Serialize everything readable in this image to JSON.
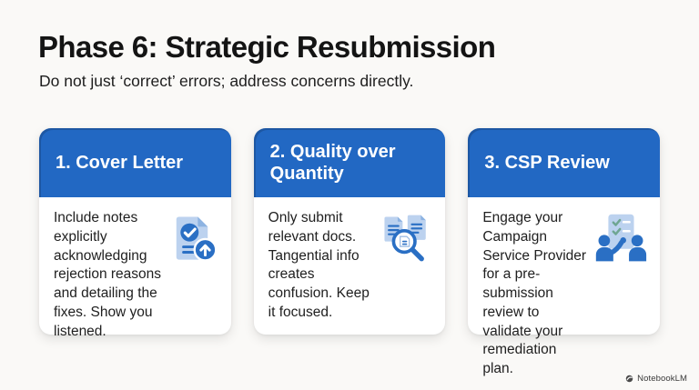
{
  "slide": {
    "title": "Phase 6: Strategic Resubmission",
    "subtitle": "Do not just ‘correct’ errors; address concerns directly.",
    "cards": [
      {
        "header": "1. Cover Letter",
        "body": "Include notes explicitly acknowledging rejection reasons and detailing the fixes. Show you listened.",
        "icon": "document-check-upload-icon"
      },
      {
        "header": "2. Quality over Quantity",
        "body": "Only submit relevant docs. Tangential info creates confusion. Keep it focused.",
        "icon": "documents-magnifier-icon"
      },
      {
        "header": "3. CSP Review",
        "body": "Engage your Campaign Service Provider for a pre-submission review to validate your remediation plan.",
        "icon": "people-checklist-icon"
      }
    ],
    "footer": {
      "brand": "NotebookLM"
    },
    "colors": {
      "header_blue": "#2268c3",
      "icon_blue": "#2a6fc4",
      "icon_light_blue": "#bcd2ef",
      "check_teal": "#6fa692",
      "background": "#faf9f7",
      "card_white": "#ffffff",
      "text_dark": "#1d1d1d"
    }
  }
}
